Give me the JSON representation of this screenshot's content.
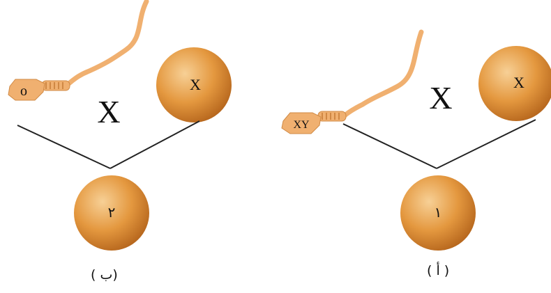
{
  "panels": {
    "left": {
      "caption": "(ب )",
      "sperm_label": "o",
      "cross_symbol": "X",
      "egg_label": "X",
      "zygote_label": "٢"
    },
    "right": {
      "caption": "( أ )",
      "sperm_label": "XY",
      "cross_symbol": "X",
      "egg_label": "X",
      "zygote_label": "١"
    }
  },
  "colors": {
    "cell_light": "#f6c98c",
    "cell_mid": "#e0953d",
    "cell_dark": "#b8661a",
    "sperm": "#f0b070",
    "sperm_outline": "#d08a45",
    "line": "#222222"
  }
}
